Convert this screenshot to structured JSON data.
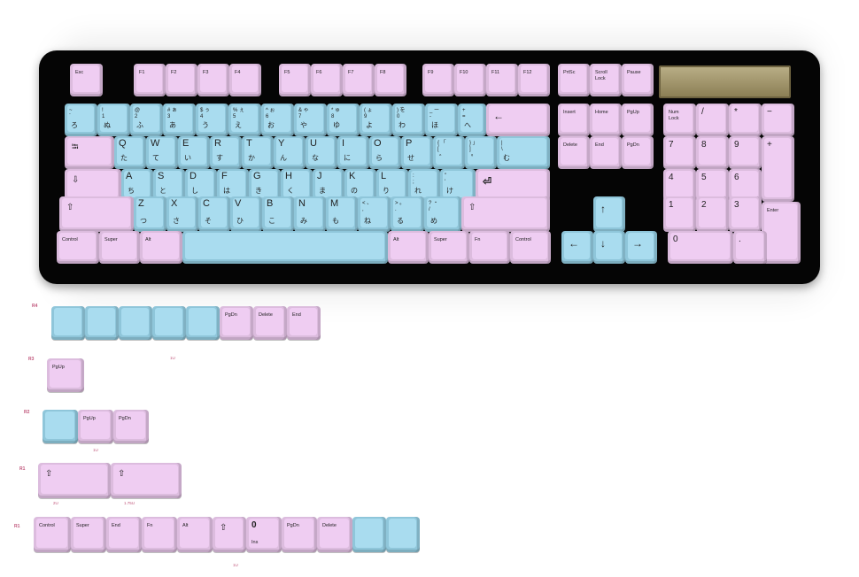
{
  "colors": {
    "pink": "#efcdf2",
    "blue": "#a9dcef",
    "case": "#050505",
    "plate": "#b8ad85",
    "label_red": "#c0557a"
  },
  "labels": {
    "esc": "Esc",
    "f1": "F1",
    "f2": "F2",
    "f3": "F3",
    "f4": "F4",
    "f5": "F5",
    "f6": "F6",
    "f7": "F7",
    "f8": "F8",
    "f9": "F9",
    "f10": "F10",
    "f11": "F11",
    "f12": "F12",
    "prtsc": "PrtSc",
    "scroll": "Scroll\nLock",
    "pause": "Pause",
    "insert": "Insert",
    "home": "Home",
    "pgup": "PgUp",
    "delete": "Delete",
    "end": "End",
    "pgdn": "PgDn",
    "numlock": "Num\nLock",
    "control": "Control",
    "super": "Super",
    "alt": "Alt",
    "fn": "Fn",
    "enter": "Enter",
    "ins": "Ins"
  },
  "legends": {
    "grave": {
      "sym": "~\n`",
      "kana": "ろ"
    },
    "n1": {
      "sym": "!\n1",
      "kana": "ぬ"
    },
    "n2": {
      "sym": "@\n2",
      "kana": "ふ"
    },
    "n3": {
      "sym": "#  ぁ\n3",
      "kana": "あ"
    },
    "n4": {
      "sym": "$  ぅ\n4",
      "kana": "う"
    },
    "n5": {
      "sym": "%  ぇ\n5",
      "kana": "え"
    },
    "n6": {
      "sym": "^  ぉ\n6",
      "kana": "お"
    },
    "n7": {
      "sym": "&  ゃ\n7",
      "kana": "や"
    },
    "n8": {
      "sym": "*  ゅ\n8",
      "kana": "ゆ"
    },
    "n9": {
      "sym": "(  ょ\n9",
      "kana": "よ"
    },
    "n0": {
      "sym": ")  を\n0",
      "kana": "わ"
    },
    "minus": {
      "sym": "_  ー\n-",
      "kana": "ほ"
    },
    "equal": {
      "sym": "+\n=",
      "kana": "へ"
    },
    "q": {
      "big": "Q",
      "kana": "た"
    },
    "w": {
      "big": "W",
      "kana": "て"
    },
    "e": {
      "big": "E",
      "kana": "い"
    },
    "r": {
      "big": "R",
      "kana": "す"
    },
    "t": {
      "big": "T",
      "kana": "か"
    },
    "y": {
      "big": "Y",
      "kana": "ん"
    },
    "u": {
      "big": "U",
      "kana": "な"
    },
    "i": {
      "big": "I",
      "kana": "に"
    },
    "o": {
      "big": "O",
      "kana": "ら"
    },
    "p": {
      "big": "P",
      "kana": "せ"
    },
    "lbr": {
      "sym": "{  「\n[",
      "kana": "゛"
    },
    "rbr": {
      "sym": "}  」\n]",
      "kana": "゜"
    },
    "bsl": {
      "sym": "|\n\\",
      "kana": "む"
    },
    "a": {
      "big": "A",
      "kana": "ち"
    },
    "s": {
      "big": "S",
      "kana": "と"
    },
    "d": {
      "big": "D",
      "kana": "し"
    },
    "f": {
      "big": "F",
      "kana": "は"
    },
    "g": {
      "big": "G",
      "kana": "き"
    },
    "h": {
      "big": "H",
      "kana": "く"
    },
    "j": {
      "big": "J",
      "kana": "ま"
    },
    "k": {
      "big": "K",
      "kana": "の"
    },
    "l": {
      "big": "L",
      "kana": "り"
    },
    "semi": {
      "sym": ":\n;",
      "kana": "れ"
    },
    "quot": {
      "sym": "\"\n'",
      "kana": "け"
    },
    "z": {
      "big": "Z",
      "kana": "つ"
    },
    "x": {
      "big": "X",
      "kana": "さ"
    },
    "c": {
      "big": "C",
      "kana": "そ"
    },
    "v": {
      "big": "V",
      "kana": "ひ"
    },
    "b": {
      "big": "B",
      "kana": "こ"
    },
    "n": {
      "big": "N",
      "kana": "み"
    },
    "m": {
      "big": "M",
      "kana": "も"
    },
    "comma": {
      "sym": "<  、\n,",
      "kana": "ね"
    },
    "dot": {
      "sym": ">  。\n.",
      "kana": "る"
    },
    "slash": {
      "sym": "?  ・\n/",
      "kana": "め"
    }
  },
  "numpad": {
    "slash": "/",
    "star": "*",
    "minus": "−",
    "plus": "+",
    "n7": "7",
    "n8": "8",
    "n9": "9",
    "n4": "4",
    "n5": "5",
    "n6": "6",
    "n1": "1",
    "n2": "2",
    "n3": "3",
    "n0": "0",
    "dot": "."
  },
  "icons": {
    "backspace": "←",
    "tab": "⭾",
    "caps": "⇩",
    "enter": "⏎",
    "shift": "⇧",
    "up": "↑",
    "down": "↓",
    "left": "←",
    "right": "→"
  },
  "rows": {
    "r4": "R4",
    "r3": "R3",
    "r2": "R2",
    "r1": "R1",
    "r0": "R1"
  },
  "sizes": {
    "u1": "1U",
    "u2": "2U",
    "u175": "1.75U"
  }
}
